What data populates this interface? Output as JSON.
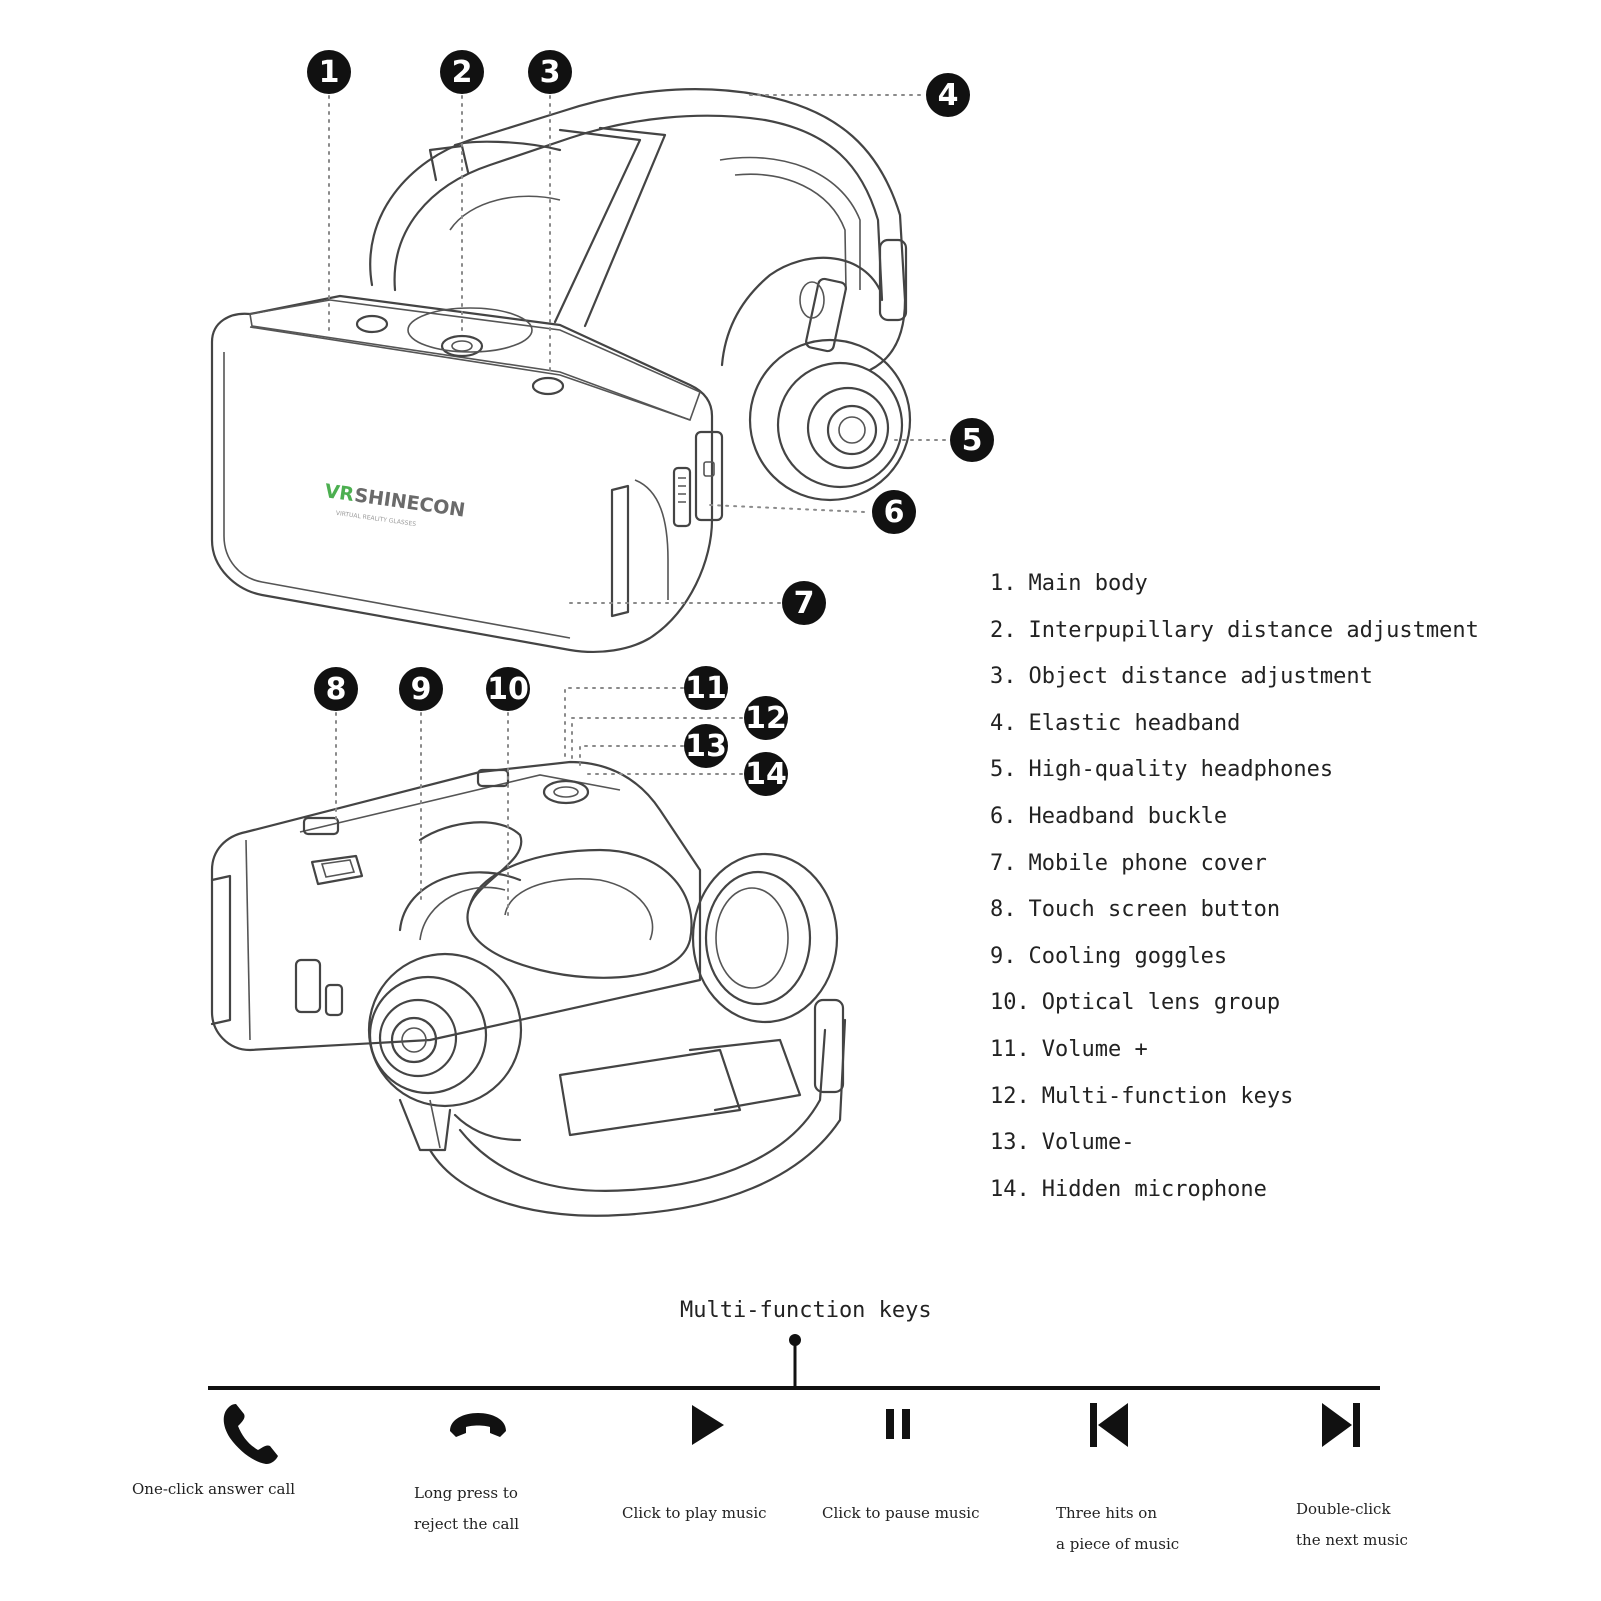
{
  "callouts": [
    {
      "id": 1,
      "label": "1"
    },
    {
      "id": 2,
      "label": "2"
    },
    {
      "id": 3,
      "label": "3"
    },
    {
      "id": 4,
      "label": "4"
    },
    {
      "id": 5,
      "label": "5"
    },
    {
      "id": 6,
      "label": "6"
    },
    {
      "id": 7,
      "label": "7"
    },
    {
      "id": 8,
      "label": "8"
    },
    {
      "id": 9,
      "label": "9"
    },
    {
      "id": 10,
      "label": "10"
    },
    {
      "id": 11,
      "label": "11"
    },
    {
      "id": 12,
      "label": "12"
    },
    {
      "id": 13,
      "label": "13"
    },
    {
      "id": 14,
      "label": "14"
    }
  ],
  "product_brand": {
    "prefix": "VR",
    "name": "SHINECON",
    "subtitle": "VIRTUAL REALITY GLASSES"
  },
  "legend": [
    {
      "num": "1.",
      "text": "Main body"
    },
    {
      "num": "2.",
      "text": "Interpupillary distance adjustment"
    },
    {
      "num": "3.",
      "text": "Object distance adjustment"
    },
    {
      "num": "4.",
      "text": "Elastic headband"
    },
    {
      "num": "5.",
      "text": "High-quality headphones"
    },
    {
      "num": "6.",
      "text": "Headband buckle"
    },
    {
      "num": "7.",
      "text": "Mobile phone cover"
    },
    {
      "num": "8.",
      "text": "Touch screen button"
    },
    {
      "num": "9.",
      "text": "Cooling goggles"
    },
    {
      "num": "10.",
      "text": "Optical lens group"
    },
    {
      "num": "11.",
      "text": "Volume +"
    },
    {
      "num": "12.",
      "text": "Multi-function keys"
    },
    {
      "num": "13.",
      "text": "Volume-"
    },
    {
      "num": "14.",
      "text": "Hidden microphone"
    }
  ],
  "multifunction": {
    "title": "Multi-function keys",
    "functions": [
      {
        "icon": "phone-answer-icon",
        "line1": "One-click answer call",
        "line2": ""
      },
      {
        "icon": "phone-hangup-icon",
        "line1": "Long press to",
        "line2": "reject the call"
      },
      {
        "icon": "play-icon",
        "line1": "Click to play music",
        "line2": ""
      },
      {
        "icon": "pause-icon",
        "line1": "Click to pause music",
        "line2": ""
      },
      {
        "icon": "previous-track-icon",
        "line1": "Three hits on",
        "line2": "a piece of music"
      },
      {
        "icon": "next-track-icon",
        "line1": "Double-click",
        "line2": "the next music"
      }
    ]
  }
}
